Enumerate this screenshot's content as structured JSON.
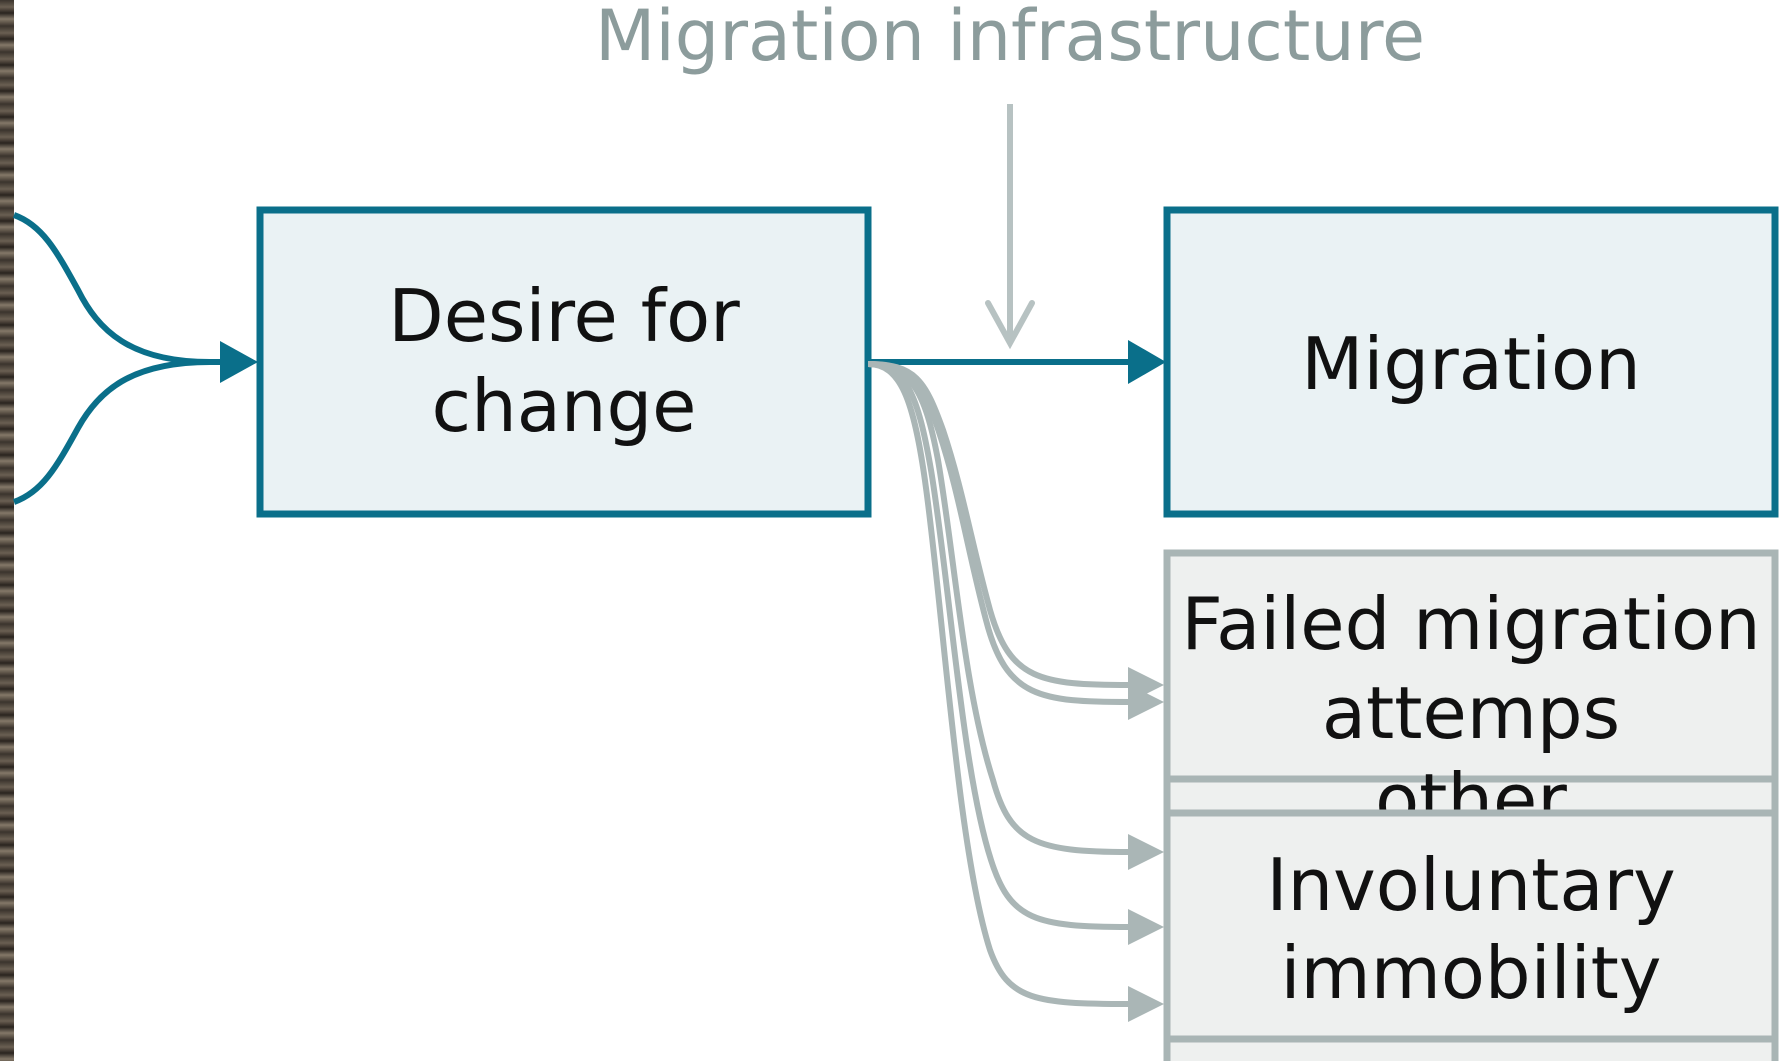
{
  "diagram": {
    "top_label": "Migration infrastructure",
    "nodes": {
      "desire": {
        "line1": "Desire for",
        "line2": "change"
      },
      "migration": {
        "label": "Migration"
      },
      "failed": {
        "line1": "Failed migration",
        "line2": "attemps"
      },
      "hidden_partial": {
        "label": "other"
      },
      "involuntary": {
        "line1": "Involuntary",
        "line2": "immobility"
      }
    }
  },
  "colors": {
    "primary_border": "#0a6f8a",
    "primary_fill": "#eaf2f4",
    "muted_border": "#a9b5b5",
    "muted_fill": "#eef0ef",
    "arrow_primary": "#0a6f8a",
    "arrow_muted": "#aab6b6",
    "top_label": "#8c9c9c"
  }
}
